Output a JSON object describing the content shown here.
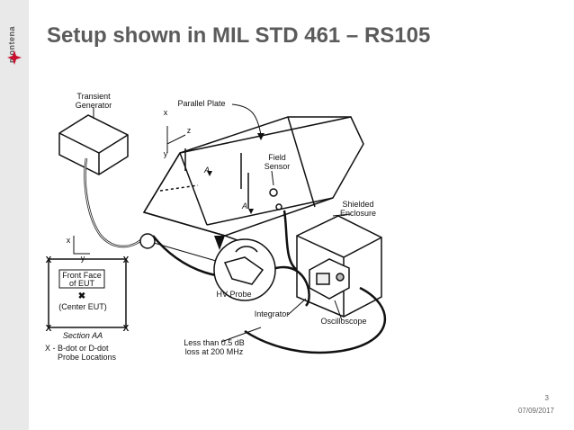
{
  "sidebar": {
    "brand": "montena"
  },
  "slide": {
    "title": "Setup shown in MIL STD 461 – RS105",
    "page_number": "3",
    "date": "07/09/2017"
  },
  "diagram": {
    "transient_generator": [
      "Transient",
      "Generator"
    ],
    "parallel_plate": "Parallel Plate",
    "axis_x": "x",
    "axis_z": "z",
    "axis_y": "y",
    "field_sensor": [
      "Field",
      "Sensor"
    ],
    "section_marker": "A",
    "shielded_enclosure": [
      "Shielded",
      "Enclosure"
    ],
    "front_face": [
      "Front Face",
      "of EUT"
    ],
    "center_eut": "(Center EUT)",
    "section_aa": "Section AA",
    "probe_legend": [
      "X -  B-dot or D-dot",
      "Probe Locations"
    ],
    "hv_probe": "HV Probe",
    "integrator": "Integrator",
    "oscilloscope": "Oscilloscope",
    "loss_note": [
      "Less than 0.5 dB",
      "loss at 200 MHz"
    ],
    "x_mark": "X",
    "center_mark": "✖"
  }
}
